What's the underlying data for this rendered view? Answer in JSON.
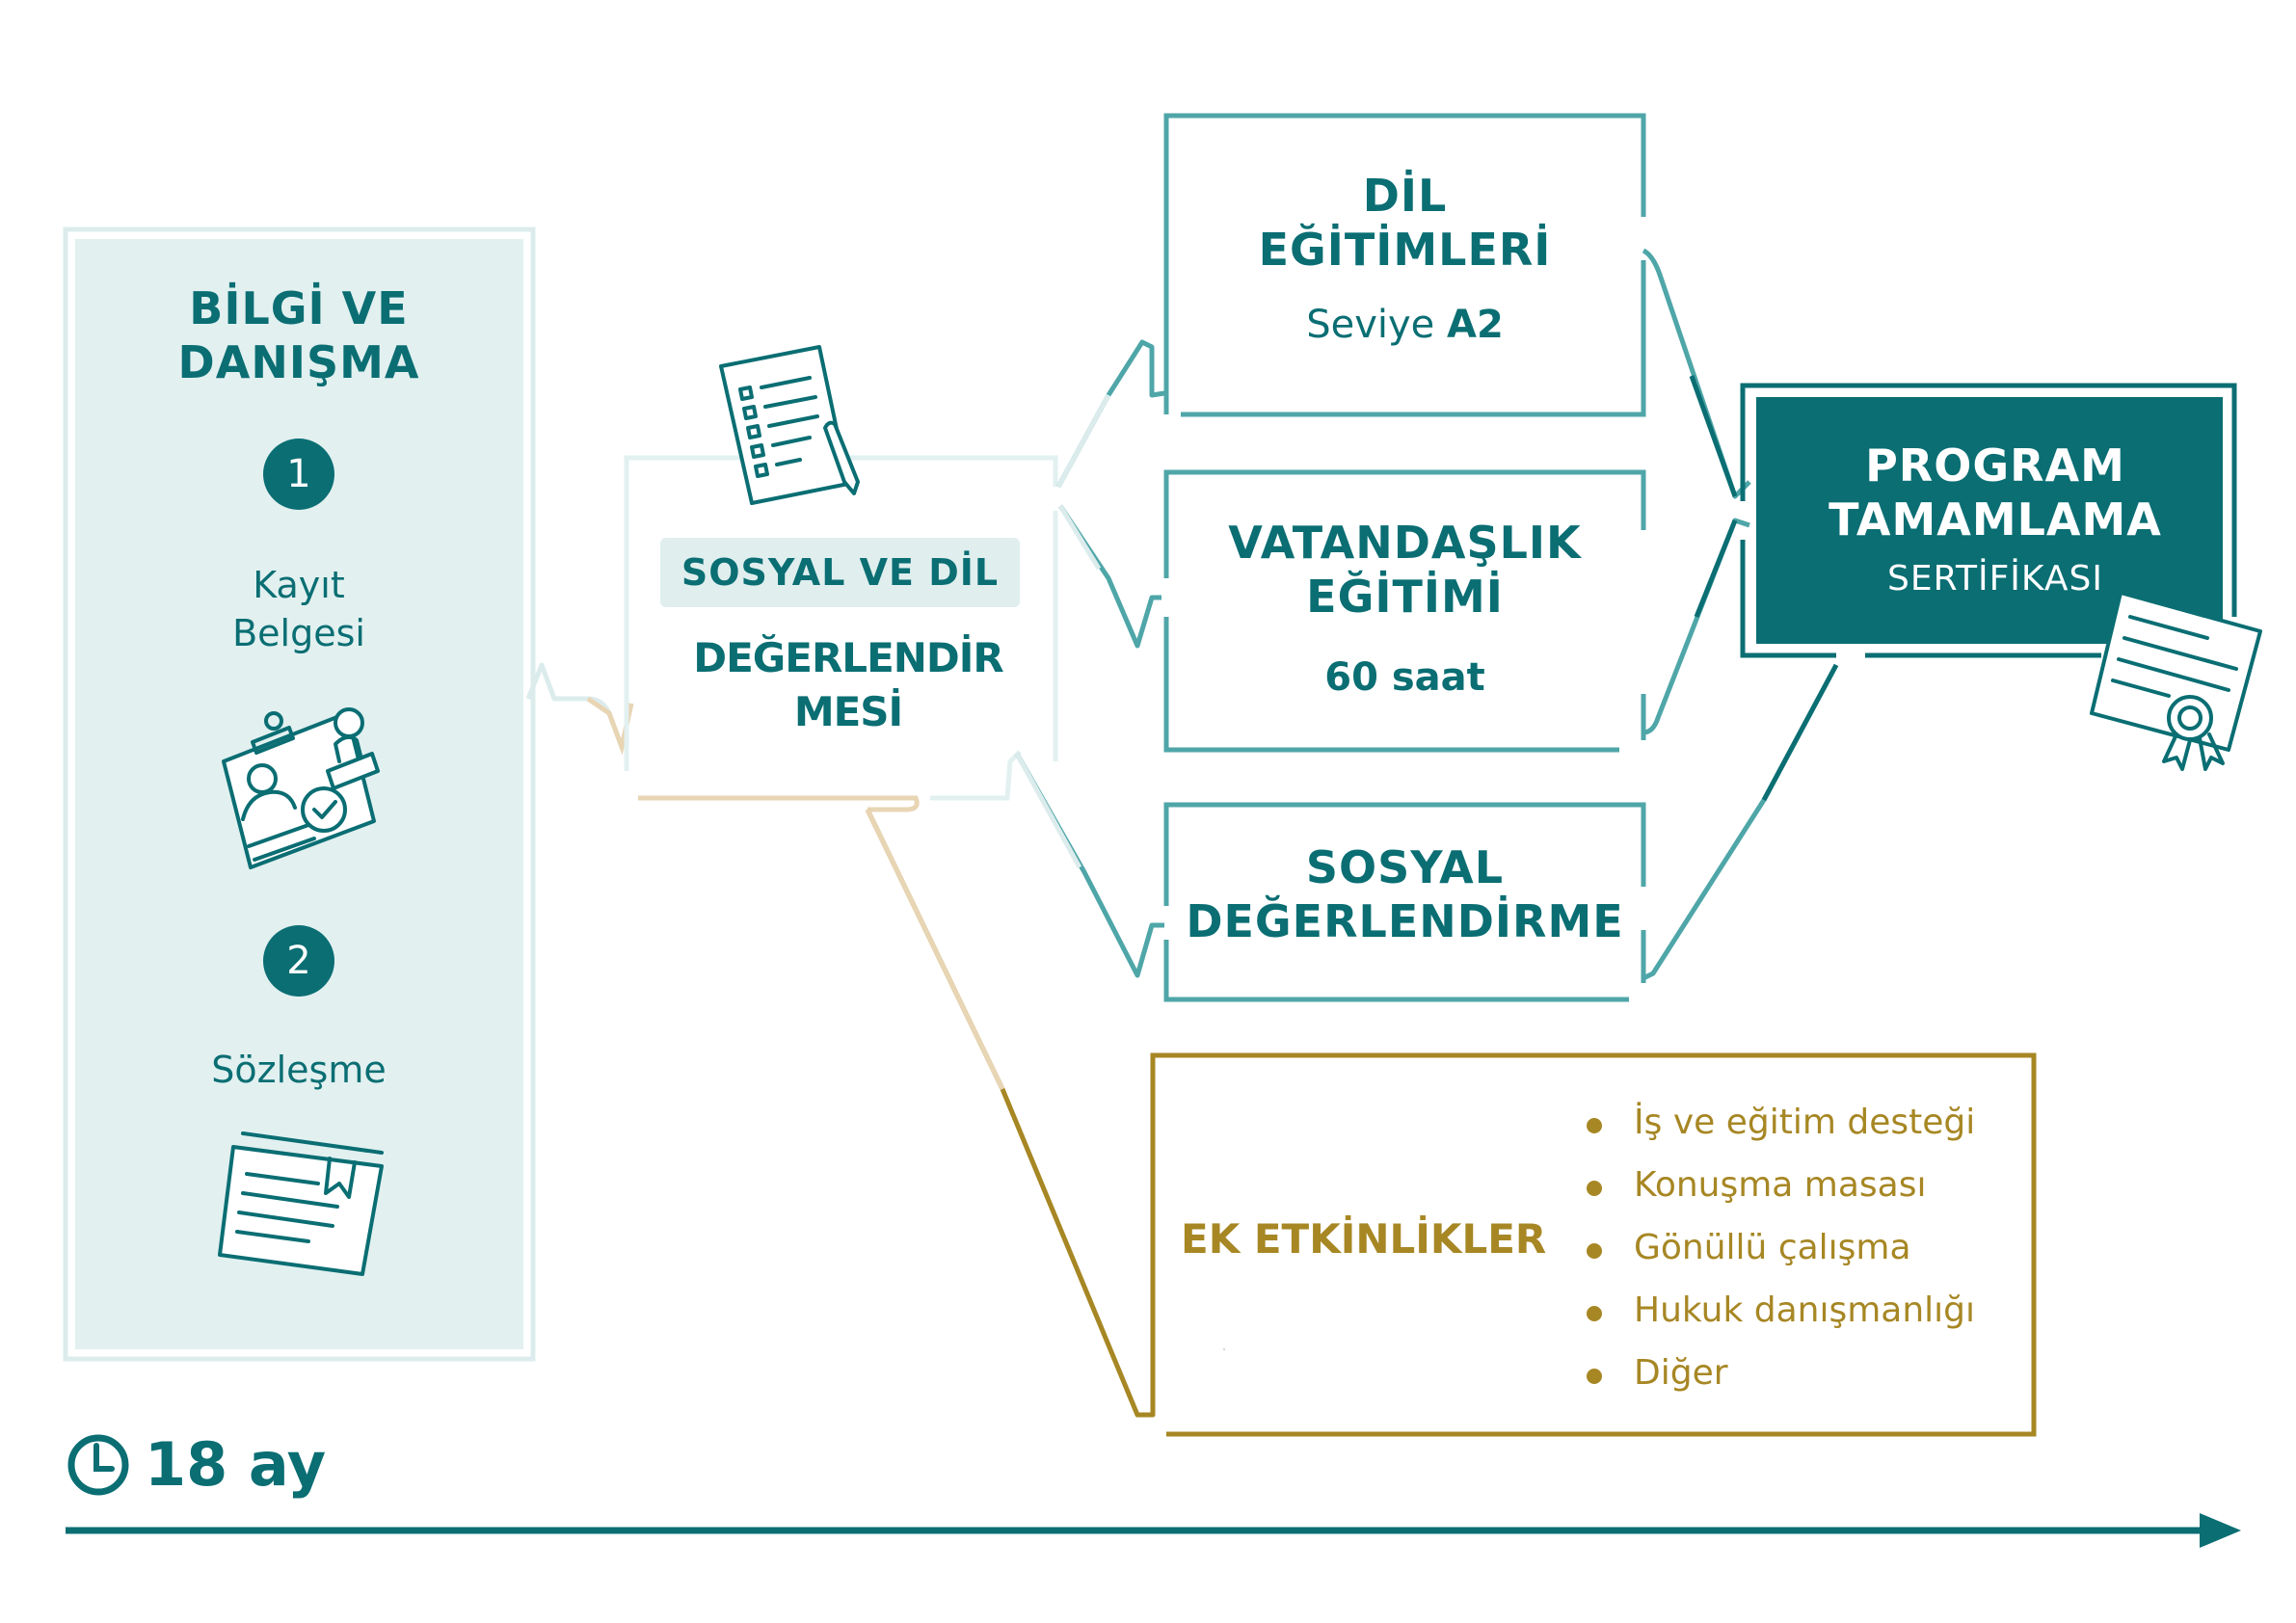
{
  "colors": {
    "teal_dark": "#0a6e73",
    "teal_mid": "#4fa6a8",
    "teal_light": "#dceced",
    "teal_pale": "#e2f0f0",
    "gold": "#a78724",
    "gold_light": "#e8d5b4",
    "white": "#ffffff"
  },
  "info_panel": {
    "title_line1": "BİLGİ VE",
    "title_line2": "DANIŞMA",
    "step1": {
      "number": "1",
      "label_line1": "Kayıt",
      "label_line2": "Belgesi",
      "icon": "registration-document-icon"
    },
    "step2": {
      "number": "2",
      "label": "Sözleşme",
      "icon": "contract-icon"
    }
  },
  "assessment": {
    "pill": "SOSYAL VE DİL",
    "line1": "DEĞERLENDİR",
    "line2": "MESİ",
    "icon": "checklist-icon"
  },
  "dil": {
    "title_line1": "DİL",
    "title_line2": "EĞİTİMLERİ",
    "level_prefix": "Seviye",
    "level_value": "A2"
  },
  "vatandaslik": {
    "title_line1": "VATANDAŞLIK",
    "title_line2": "EĞİTİMİ",
    "hours": "60 saat"
  },
  "sosyal": {
    "title_line1": "SOSYAL",
    "title_line2": "DEĞERLENDİRME"
  },
  "program": {
    "title_line1": "PROGRAM",
    "title_line2": "TAMAMLAMA",
    "subtitle": "SERTİFİKASI",
    "icon": "certificate-icon"
  },
  "ek": {
    "title": "EK ETKİNLİKLER",
    "items": [
      "İş ve eğitim desteği",
      "Konuşma masası",
      "Gönüllü çalışma",
      "Hukuk danışmanlığı",
      "Diğer"
    ]
  },
  "timeline": {
    "duration": "18 ay",
    "icon": "clock-icon"
  }
}
